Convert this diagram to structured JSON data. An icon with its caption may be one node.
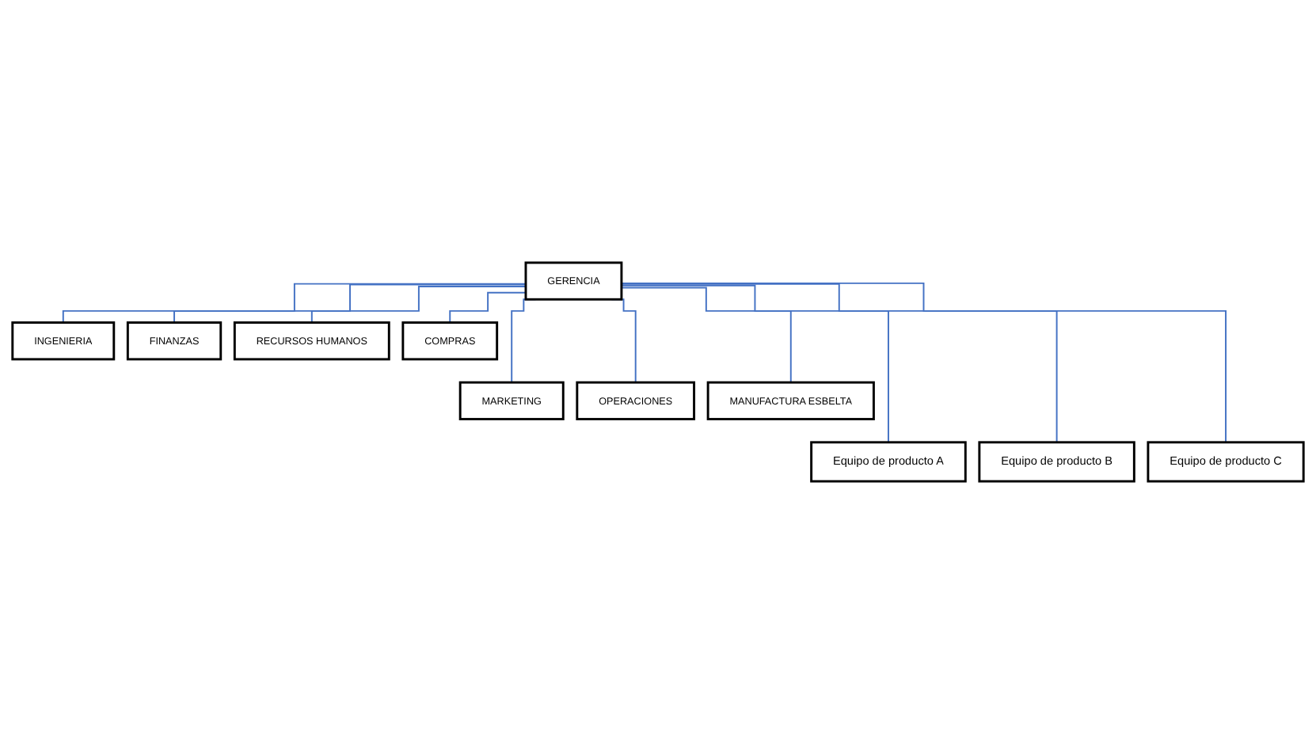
{
  "diagram": {
    "nodes": [
      {
        "text": [
          "GERENCIA"
        ]
      },
      {
        "text": [
          "INGENIERIA"
        ]
      },
      {
        "text": [
          "FINANZAS"
        ]
      },
      {
        "text": [
          "RECURSOS HUMANOS"
        ]
      },
      {
        "text": [
          "COMPRAS"
        ]
      },
      {
        "text": [
          "MARKETING"
        ]
      },
      {
        "text": [
          "OPERACIONES"
        ]
      },
      {
        "text": [
          "MANUFACTURA ESBELTA"
        ]
      },
      {
        "text": [
          "Equipo de producto A"
        ]
      },
      {
        "text": [
          "Equipo de producto B"
        ]
      },
      {
        "text": [
          "Equipo de producto C"
        ]
      }
    ],
    "edges": [
      {
        "from": 0,
        "to": 1,
        "arrow": "none"
      },
      {
        "from": 0,
        "to": 2,
        "arrow": "none"
      },
      {
        "from": 0,
        "to": 3,
        "arrow": "none"
      },
      {
        "from": 0,
        "to": 4,
        "arrow": "none"
      },
      {
        "from": 0,
        "to": 5,
        "arrow": "none"
      },
      {
        "from": 0,
        "to": 6,
        "arrow": "none"
      },
      {
        "from": 0,
        "to": 7,
        "arrow": "none"
      },
      {
        "from": 0,
        "to": 8,
        "arrow": "none"
      },
      {
        "from": 0,
        "to": 9,
        "arrow": "none"
      },
      {
        "from": 0,
        "to": 10,
        "arrow": "none"
      }
    ]
  }
}
